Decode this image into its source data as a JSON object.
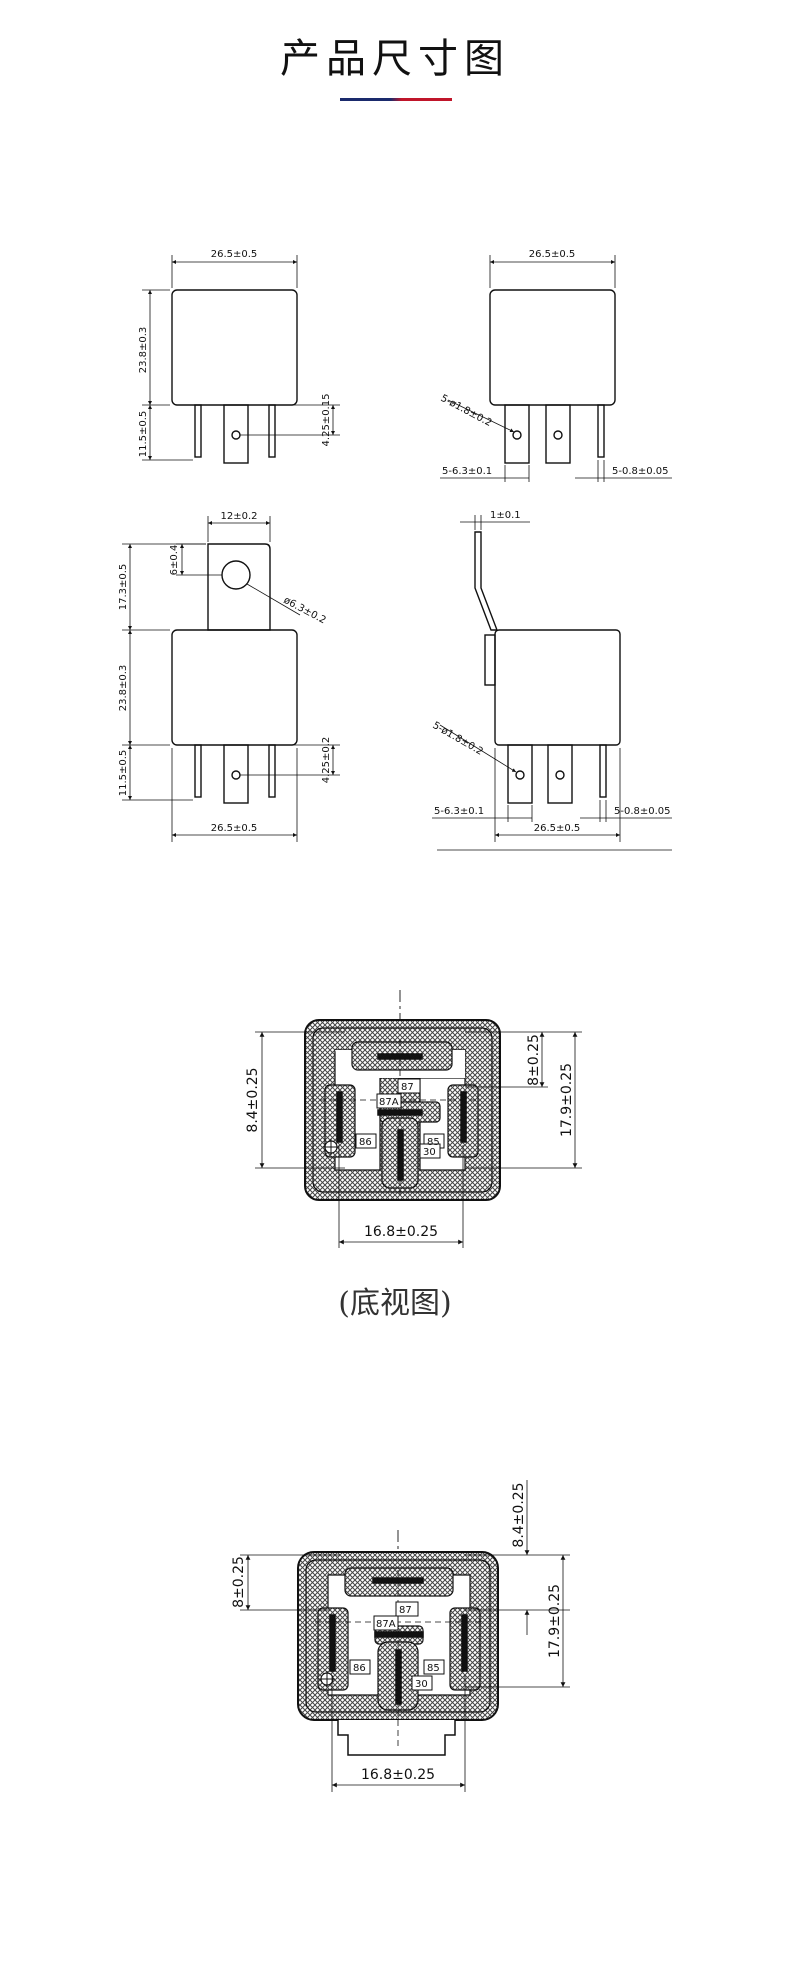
{
  "title": "产品尺寸图",
  "colors": {
    "underline_left": "#1a2a6c",
    "underline_right": "#c0152a",
    "line": "#111111",
    "hatch": "#333333"
  },
  "caption": "(底视图)",
  "views": {
    "front_top": {
      "width": "26.5±0.5",
      "height": "23.8±0.3",
      "pin_length": "11.5±0.5",
      "pin_offset": "4.25±0.15"
    },
    "side_top": {
      "width": "26.5±0.5",
      "hole": "5-ø1.8±0.2",
      "pin_width": "5-6.3±0.1",
      "pin_thickness": "5-0.8±0.05"
    },
    "front_bracket": {
      "tab_width": "12±0.2",
      "tab_top": "6±0.4",
      "tab_height": "17.3±0.5",
      "tab_hole": "ø6.3±0.2",
      "height": "23.8±0.3",
      "pin_length": "11.5±0.5",
      "pin_offset": "4.25±0.2",
      "width": "26.5±0.5"
    },
    "side_bracket": {
      "thickness": "1±0.1",
      "hole": "5-ø1.8±0.2",
      "pin_width": "5-6.3±0.1",
      "pin_thickness": "5-0.8±0.05",
      "width": "26.5±0.5"
    }
  },
  "bottom_view_1": {
    "dim_left": "8.4±0.25",
    "dim_right_top": "8±0.25",
    "dim_right": "17.9±0.25",
    "dim_bottom": "16.8±0.25",
    "pins": {
      "p87": "87",
      "p87a": "87A",
      "p86": "86",
      "p85": "85",
      "p30": "30"
    }
  },
  "bottom_view_2": {
    "dim_left": "8±0.25",
    "dim_top_right": "8.4±0.25",
    "dim_right": "17.9±0.25",
    "dim_bottom": "16.8±0.25",
    "pins": {
      "p87": "87",
      "p87a": "87A",
      "p86": "86",
      "p85": "85",
      "p30": "30"
    }
  }
}
